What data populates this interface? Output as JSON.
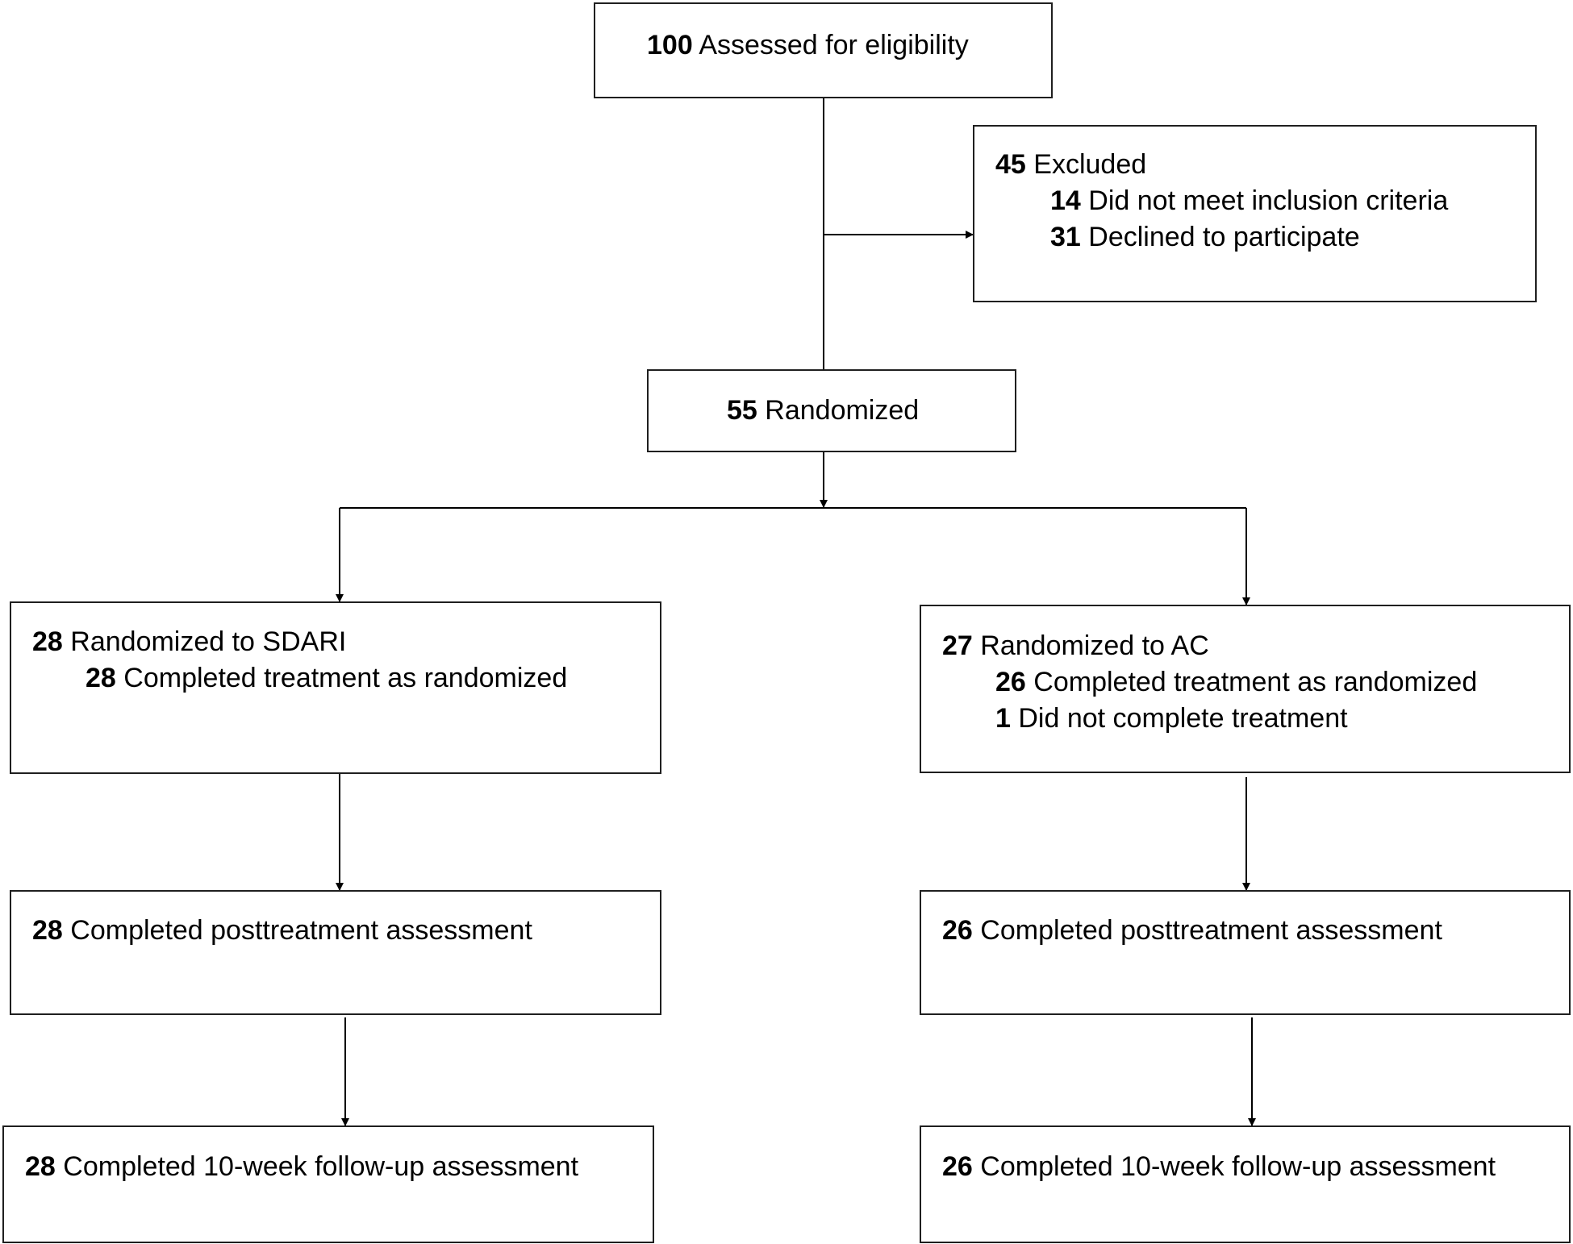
{
  "assessed": {
    "count": "100",
    "text": "Assessed for eligibility"
  },
  "excluded": {
    "header": {
      "count": "45",
      "text": "Excluded"
    },
    "reasons": [
      {
        "count": "14",
        "text": "Did not meet inclusion criteria"
      },
      {
        "count": "31",
        "text": "Declined to participate"
      }
    ]
  },
  "randomized": {
    "count": "55",
    "text": "Randomized"
  },
  "arms": [
    {
      "header": {
        "count": "28",
        "text": "Randomized to SDARI"
      },
      "details": [
        {
          "count": "28",
          "text": "Completed treatment as randomized"
        }
      ],
      "posttreatment": {
        "count": "28",
        "text": "Completed posttreatment assessment"
      },
      "followup": {
        "count": "28",
        "text": "Completed 10-week follow-up assessment"
      }
    },
    {
      "header": {
        "count": "27",
        "text": "Randomized to AC"
      },
      "details": [
        {
          "count": "26",
          "text": "Completed treatment as randomized"
        },
        {
          "count": "1",
          "text": "Did not complete treatment"
        }
      ],
      "posttreatment": {
        "count": "26",
        "text": "Completed posttreatment assessment"
      },
      "followup": {
        "count": "26",
        "text": "Completed 10-week follow-up assessment"
      }
    }
  ]
}
